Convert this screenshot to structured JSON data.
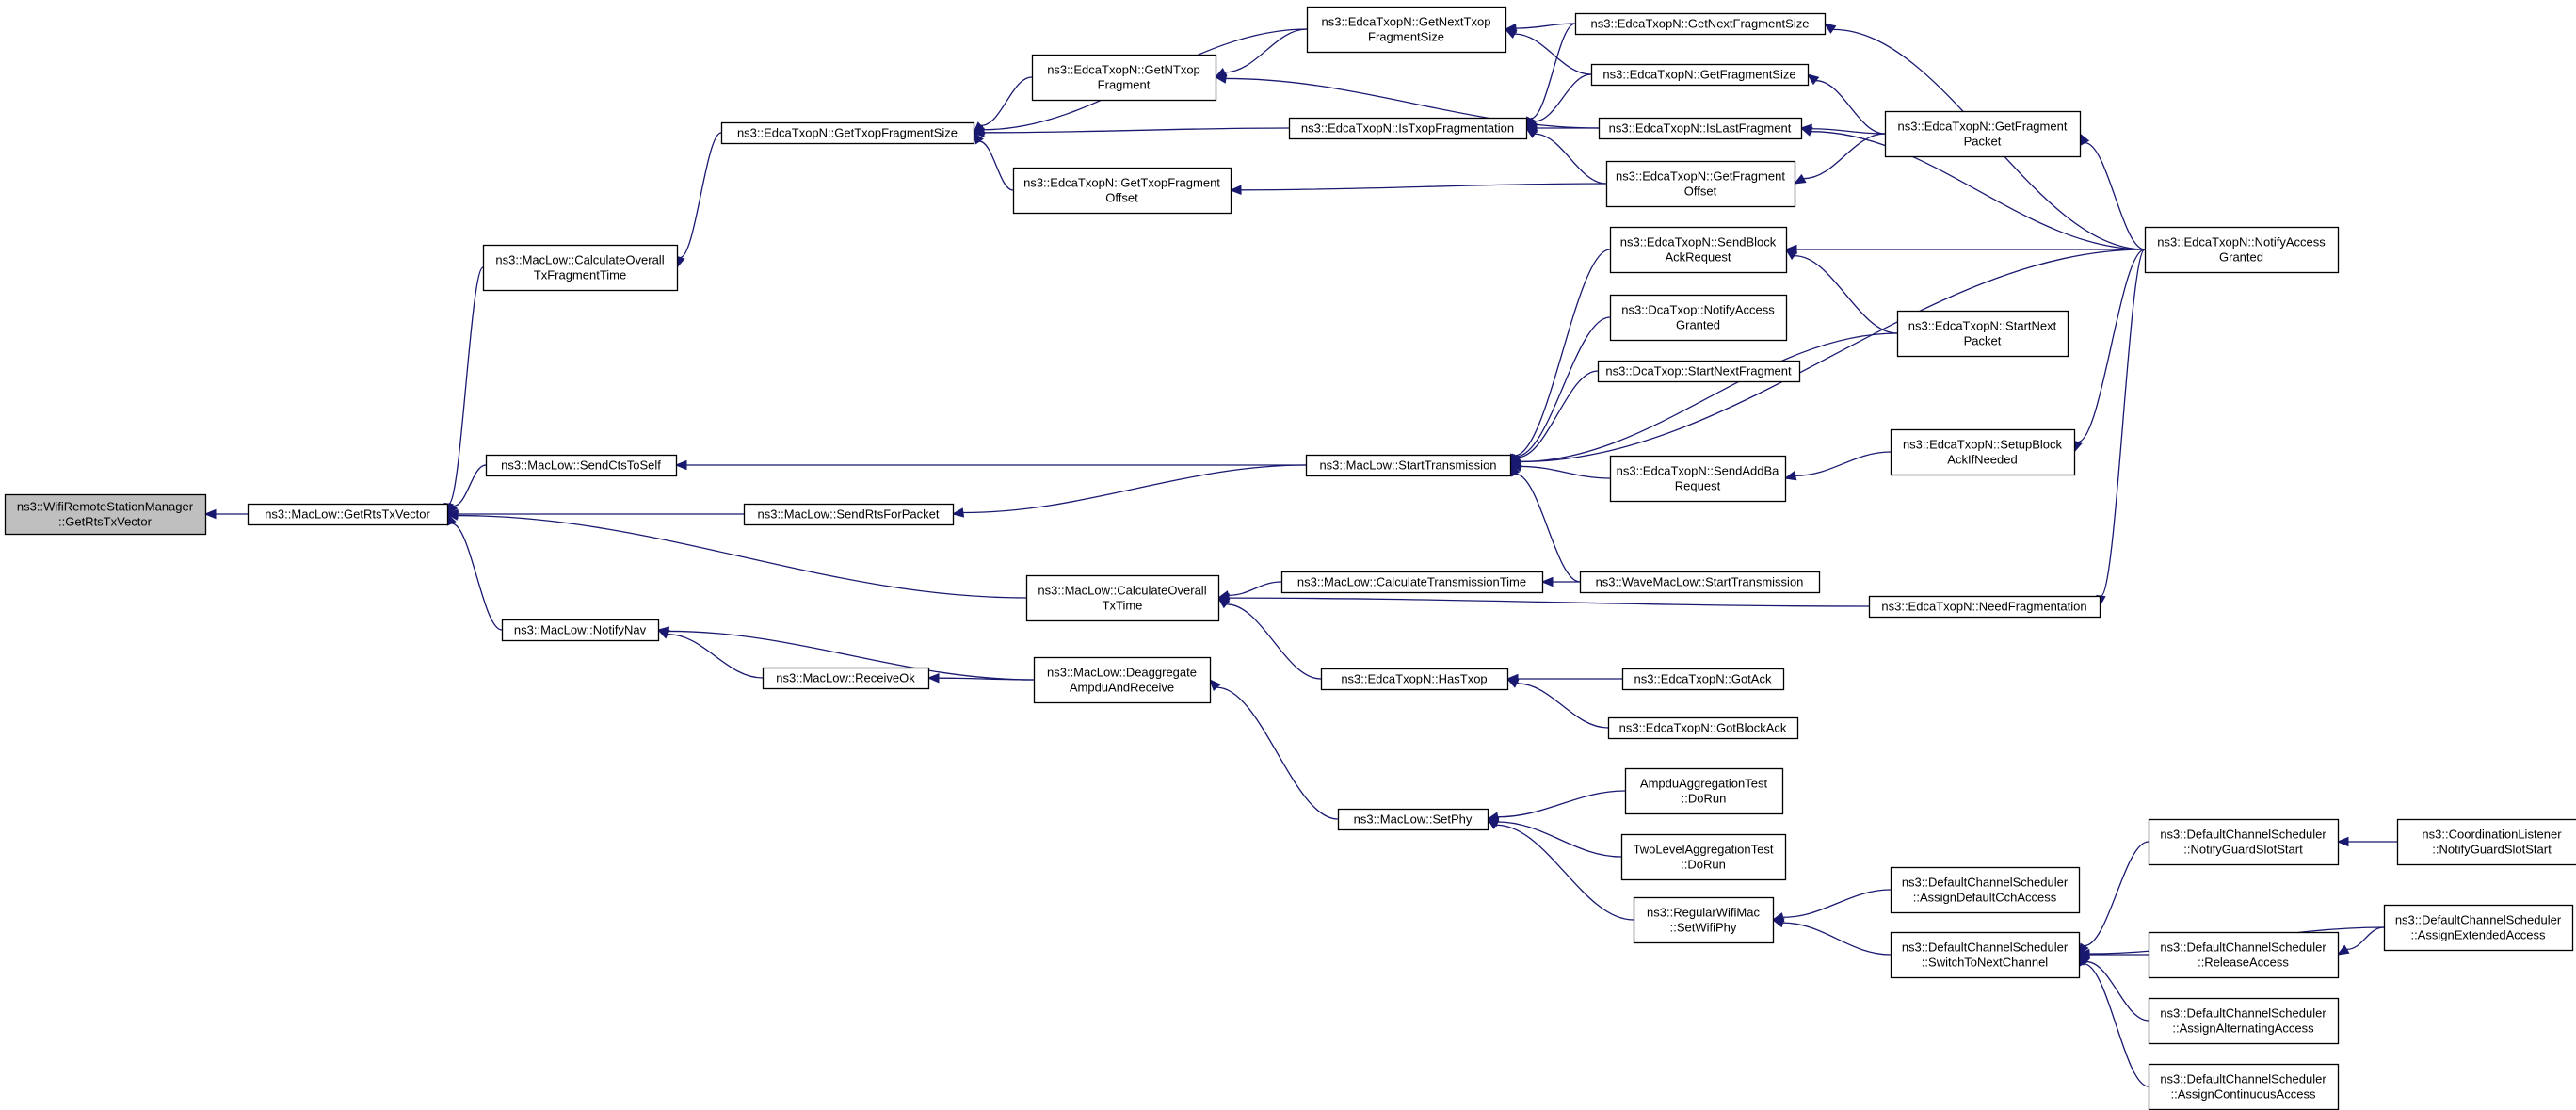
{
  "title": "",
  "colors": {
    "edge": "#191970",
    "root_fill": "#bfbfbf",
    "node_fill": "#ffffff",
    "border": "#000000"
  },
  "nodes": [
    {
      "id": "n0",
      "lines": [
        "ns3::WifiRemoteStationManager",
        "::GetRtsTxVector"
      ],
      "root": true
    },
    {
      "id": "n1",
      "lines": [
        "ns3::MacLow::GetRtsTxVector"
      ]
    },
    {
      "id": "n2",
      "lines": [
        "ns3::MacLow::CalculateOverall",
        "TxFragmentTime"
      ]
    },
    {
      "id": "n3",
      "lines": [
        "ns3::MacLow::SendCtsToSelf"
      ]
    },
    {
      "id": "n4",
      "lines": [
        "ns3::MacLow::SendRtsForPacket"
      ]
    },
    {
      "id": "n5",
      "lines": [
        "ns3::MacLow::CalculateOverall",
        "TxTime"
      ]
    },
    {
      "id": "n6",
      "lines": [
        "ns3::MacLow::NotifyNav"
      ]
    },
    {
      "id": "n7",
      "lines": [
        "ns3::MacLow::ReceiveOk"
      ]
    },
    {
      "id": "n8",
      "lines": [
        "ns3::MacLow::Deaggregate",
        "AmpduAndReceive"
      ]
    },
    {
      "id": "n9",
      "lines": [
        "ns3::EdcaTxopN::GetTxopFragmentSize"
      ]
    },
    {
      "id": "n10",
      "lines": [
        "ns3::EdcaTxopN::GetNTxop",
        "Fragment"
      ]
    },
    {
      "id": "n11",
      "lines": [
        "ns3::EdcaTxopN::GetTxopFragment",
        "Offset"
      ]
    },
    {
      "id": "n12",
      "lines": [
        "ns3::EdcaTxopN::GetNextTxop",
        "FragmentSize"
      ]
    },
    {
      "id": "n13",
      "lines": [
        "ns3::EdcaTxopN::IsTxopFragmentation"
      ]
    },
    {
      "id": "n14",
      "lines": [
        "ns3::EdcaTxopN::GetNextFragmentSize"
      ]
    },
    {
      "id": "n15",
      "lines": [
        "ns3::EdcaTxopN::GetFragmentSize"
      ]
    },
    {
      "id": "n16",
      "lines": [
        "ns3::EdcaTxopN::IsLastFragment"
      ]
    },
    {
      "id": "n17",
      "lines": [
        "ns3::EdcaTxopN::GetFragment",
        "Offset"
      ]
    },
    {
      "id": "n18",
      "lines": [
        "ns3::EdcaTxopN::GetFragment",
        "Packet"
      ]
    },
    {
      "id": "n19",
      "lines": [
        "ns3::EdcaTxopN::NotifyAccess",
        "Granted"
      ]
    },
    {
      "id": "n20",
      "lines": [
        "ns3::MacLow::StartTransmission"
      ]
    },
    {
      "id": "n21",
      "lines": [
        "ns3::EdcaTxopN::SendBlock",
        "AckRequest"
      ]
    },
    {
      "id": "n22",
      "lines": [
        "ns3::DcaTxop::NotifyAccess",
        "Granted"
      ]
    },
    {
      "id": "n23",
      "lines": [
        "ns3::DcaTxop::StartNextFragment"
      ]
    },
    {
      "id": "n24",
      "lines": [
        "ns3::EdcaTxopN::SendAddBa",
        "Request"
      ]
    },
    {
      "id": "n25",
      "lines": [
        "ns3::EdcaTxopN::StartNext",
        "Packet"
      ]
    },
    {
      "id": "n26",
      "lines": [
        "ns3::EdcaTxopN::SetupBlock",
        "AckIfNeeded"
      ]
    },
    {
      "id": "n27",
      "lines": [
        "ns3::MacLow::CalculateTransmissionTime"
      ]
    },
    {
      "id": "n28",
      "lines": [
        "ns3::WaveMacLow::StartTransmission"
      ]
    },
    {
      "id": "n29",
      "lines": [
        "ns3::EdcaTxopN::NeedFragmentation"
      ]
    },
    {
      "id": "n30",
      "lines": [
        "ns3::EdcaTxopN::HasTxop"
      ]
    },
    {
      "id": "n31",
      "lines": [
        "ns3::EdcaTxopN::GotAck"
      ]
    },
    {
      "id": "n32",
      "lines": [
        "ns3::EdcaTxopN::GotBlockAck"
      ]
    },
    {
      "id": "n33",
      "lines": [
        "ns3::MacLow::SetPhy"
      ]
    },
    {
      "id": "n34",
      "lines": [
        "AmpduAggregationTest",
        "::DoRun"
      ]
    },
    {
      "id": "n35",
      "lines": [
        "TwoLevelAggregationTest",
        "::DoRun"
      ]
    },
    {
      "id": "n36",
      "lines": [
        "ns3::RegularWifiMac",
        "::SetWifiPhy"
      ]
    },
    {
      "id": "n37",
      "lines": [
        "ns3::DefaultChannelScheduler",
        "::AssignDefaultCchAccess"
      ]
    },
    {
      "id": "n38",
      "lines": [
        "ns3::DefaultChannelScheduler",
        "::SwitchToNextChannel"
      ]
    },
    {
      "id": "n39",
      "lines": [
        "ns3::DefaultChannelScheduler",
        "::NotifyGuardSlotStart"
      ]
    },
    {
      "id": "n40",
      "lines": [
        "ns3::DefaultChannelScheduler",
        "::ReleaseAccess"
      ]
    },
    {
      "id": "n41",
      "lines": [
        "ns3::DefaultChannelScheduler",
        "::AssignAlternatingAccess"
      ]
    },
    {
      "id": "n42",
      "lines": [
        "ns3::DefaultChannelScheduler",
        "::AssignContinuousAccess"
      ]
    },
    {
      "id": "n43",
      "lines": [
        "ns3::CoordinationListener",
        "::NotifyGuardSlotStart"
      ]
    },
    {
      "id": "n44",
      "lines": [
        "ns3::DefaultChannelScheduler",
        "::AssignExtendedAccess"
      ]
    }
  ],
  "edges": [
    [
      "n1",
      "n0"
    ],
    [
      "n2",
      "n1"
    ],
    [
      "n3",
      "n1"
    ],
    [
      "n4",
      "n1"
    ],
    [
      "n5",
      "n1"
    ],
    [
      "n6",
      "n1"
    ],
    [
      "n7",
      "n6"
    ],
    [
      "n8",
      "n6"
    ],
    [
      "n8",
      "n7"
    ],
    [
      "n9",
      "n2"
    ],
    [
      "n10",
      "n9"
    ],
    [
      "n11",
      "n9"
    ],
    [
      "n12",
      "n9"
    ],
    [
      "n13",
      "n9"
    ],
    [
      "n12",
      "n10"
    ],
    [
      "n16",
      "n10"
    ],
    [
      "n17",
      "n11"
    ],
    [
      "n14",
      "n12"
    ],
    [
      "n15",
      "n12"
    ],
    [
      "n14",
      "n13"
    ],
    [
      "n15",
      "n13"
    ],
    [
      "n16",
      "n13"
    ],
    [
      "n17",
      "n13"
    ],
    [
      "n19",
      "n14"
    ],
    [
      "n18",
      "n15"
    ],
    [
      "n18",
      "n16"
    ],
    [
      "n19",
      "n16"
    ],
    [
      "n18",
      "n17"
    ],
    [
      "n19",
      "n18"
    ],
    [
      "n19",
      "n21"
    ],
    [
      "n20",
      "n3"
    ],
    [
      "n20",
      "n4"
    ],
    [
      "n21",
      "n20"
    ],
    [
      "n22",
      "n20"
    ],
    [
      "n23",
      "n20"
    ],
    [
      "n24",
      "n20"
    ],
    [
      "n25",
      "n20"
    ],
    [
      "n28",
      "n20"
    ],
    [
      "n19",
      "n20"
    ],
    [
      "n25",
      "n21"
    ],
    [
      "n26",
      "n24"
    ],
    [
      "n19",
      "n26"
    ],
    [
      "n27",
      "n5"
    ],
    [
      "n29",
      "n5"
    ],
    [
      "n30",
      "n5"
    ],
    [
      "n28",
      "n27"
    ],
    [
      "n19",
      "n29"
    ],
    [
      "n31",
      "n30"
    ],
    [
      "n32",
      "n30"
    ],
    [
      "n33",
      "n8"
    ],
    [
      "n34",
      "n33"
    ],
    [
      "n35",
      "n33"
    ],
    [
      "n36",
      "n33"
    ],
    [
      "n37",
      "n36"
    ],
    [
      "n38",
      "n36"
    ],
    [
      "n39",
      "n38"
    ],
    [
      "n40",
      "n38"
    ],
    [
      "n41",
      "n38"
    ],
    [
      "n42",
      "n38"
    ],
    [
      "n44",
      "n38"
    ],
    [
      "n43",
      "n39"
    ],
    [
      "n44",
      "n40"
    ]
  ]
}
